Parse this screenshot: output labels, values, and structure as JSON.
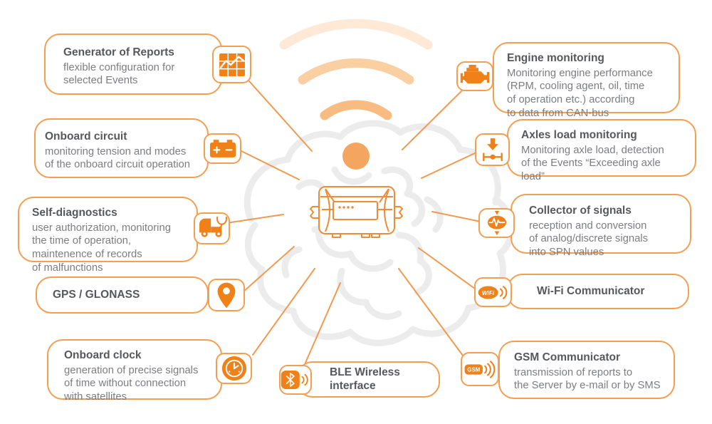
{
  "colors": {
    "accent_orange": "#F08119",
    "outline_orange": "#F49E52",
    "line_orange": "#F2994F",
    "beacon_orange": "#F4A55F",
    "title_text": "#57585B",
    "body_text": "#7C7D80",
    "brain_gray": "#ECECEC"
  },
  "center": {
    "device": "telematics-unit",
    "signal": "wireless-beacon"
  },
  "icon_labels": {
    "wifi": "WiFi",
    "gsm": "GSM"
  },
  "features": [
    {
      "id": "reports",
      "title": "Generator of Reports",
      "desc": "flexible configuration for\nselected Events",
      "icon": "report-chart-icon"
    },
    {
      "id": "circuit",
      "title": "Onboard circuit",
      "desc": "monitoring tension and modes\nof the onboard circuit operation",
      "icon": "battery-icon"
    },
    {
      "id": "selfdiag",
      "title": "Self-diagnostics",
      "desc": "user authorization, monitoring\nthe time of operation,\nmaintenence of records\nof malfunctions",
      "icon": "vehicle-diagnostics-icon"
    },
    {
      "id": "gps",
      "title": "GPS / GLONASS",
      "desc": "",
      "icon": "location-pin-icon"
    },
    {
      "id": "clock",
      "title": "Onboard clock",
      "desc": "generation of precise signals\nof time without connection\nwith satellites",
      "icon": "clock-icon"
    },
    {
      "id": "ble",
      "title": "BLE Wireless interface",
      "desc": "",
      "icon": "bluetooth-icon"
    },
    {
      "id": "engine",
      "title": "Engine monitoring",
      "desc": "Monitoring engine performance\n(RPM, cooling agent, oil, time\nof operation etc.) according\nto data from CAN-bus",
      "icon": "engine-icon"
    },
    {
      "id": "axles",
      "title": "Axles load monitoring",
      "desc": "Monitoring axle load, detection\nof the Events “Exceeding axle\nload”",
      "icon": "axle-load-icon"
    },
    {
      "id": "collector",
      "title": "Collector of signals",
      "desc": "reception and conversion\nof analog/discrete signals\ninto SPN values",
      "icon": "signal-collector-icon"
    },
    {
      "id": "wifi",
      "title": "Wi-Fi Communicator",
      "desc": "",
      "icon": "wifi-icon"
    },
    {
      "id": "gsm",
      "title": "GSM Communicator",
      "desc": "transmission of reports to\nthe Server by e-mail or by SMS",
      "icon": "gsm-icon"
    }
  ]
}
